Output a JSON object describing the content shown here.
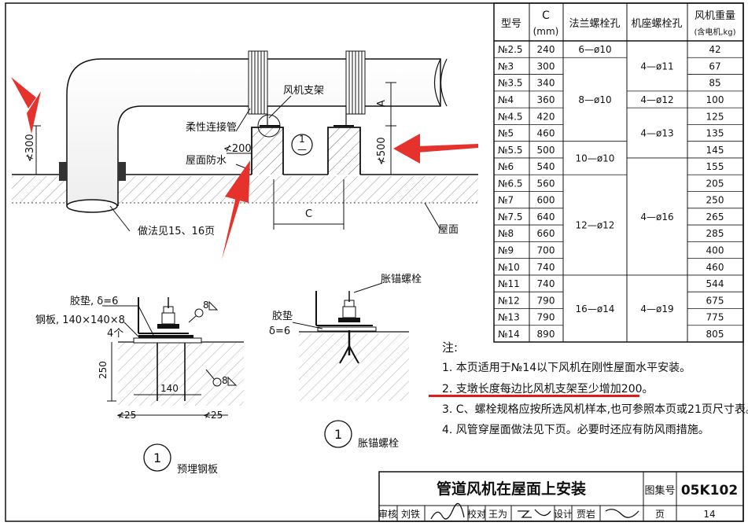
{
  "table": {
    "headers": {
      "model": "型号",
      "c": "C",
      "c_unit": "(mm)",
      "flange": "法兰螺栓孔",
      "base": "机座螺栓孔",
      "weight": "风机重量",
      "weight_note": "(含电机,kg)"
    },
    "rows": [
      {
        "model": "№2.5",
        "c": "240",
        "weight": "42"
      },
      {
        "model": "№3",
        "c": "300",
        "weight": "67"
      },
      {
        "model": "№3.5",
        "c": "340",
        "weight": "85"
      },
      {
        "model": "№4",
        "c": "360",
        "weight": "100"
      },
      {
        "model": "№4.5",
        "c": "420",
        "weight": "125"
      },
      {
        "model": "№5",
        "c": "460",
        "weight": "135"
      },
      {
        "model": "№5.5",
        "c": "500",
        "weight": "145"
      },
      {
        "model": "№6",
        "c": "540",
        "weight": "155"
      },
      {
        "model": "№6.5",
        "c": "560",
        "weight": "205"
      },
      {
        "model": "№7",
        "c": "600",
        "weight": "250"
      },
      {
        "model": "№7.5",
        "c": "640",
        "weight": "265"
      },
      {
        "model": "№8",
        "c": "660",
        "weight": "285"
      },
      {
        "model": "№9",
        "c": "700",
        "weight": "400"
      },
      {
        "model": "№10",
        "c": "740",
        "weight": "460"
      },
      {
        "model": "№11",
        "c": "740",
        "weight": "544"
      },
      {
        "model": "№12",
        "c": "790",
        "weight": "675"
      },
      {
        "model": "№13",
        "c": "790",
        "weight": "775"
      },
      {
        "model": "№14",
        "c": "890",
        "weight": "805"
      }
    ],
    "flange_groups": [
      {
        "label": "6—ø10"
      },
      {
        "label": "8—ø10"
      },
      {
        "label": "10—ø10"
      },
      {
        "label": "12—ø12"
      },
      {
        "label": "16—ø14"
      }
    ],
    "base_groups": [
      {
        "label": "4—ø11"
      },
      {
        "label": "4—ø12"
      },
      {
        "label": "4—ø13"
      },
      {
        "label": "4—ø16"
      },
      {
        "label": "4—ø19"
      }
    ]
  },
  "notes": {
    "heading": "注:",
    "items": [
      "1. 本页适用于№14以下风机在刚性屋面水平安装。",
      "2. 支墩长度每边比风机支架至少增加200。",
      "3. C、螺栓规格应按所选风机样本,也可参照本页或21页尺寸表。",
      "4. 风管穿屋面做法见下页。必要时还应有防风雨措施。"
    ],
    "highlight_color": "#e0191b"
  },
  "main_drawing": {
    "labels": {
      "fan_bracket": "风机支架",
      "flexible_pipe": "柔性连接管",
      "roof_waterproof": "屋面防水",
      "see_pages": "做法见15、16页",
      "roof": "屋面",
      "dim_300": "≮300",
      "dim_200": "≮200",
      "dim_500": "≮500",
      "dim_a": "A",
      "dim_c": "C",
      "section_num": "1",
      "section_den": "—"
    }
  },
  "detail_left": {
    "labels": {
      "rubber_pad": "胶垫, δ=6",
      "steel_plate": "钢板, 140×140×8",
      "count": "4个",
      "dim_250": "250",
      "dim_140": "140",
      "dim_25a": "≮25",
      "dim_25b": "≮25",
      "weld_8a": "8",
      "weld_8b": "8",
      "detail_num": "1",
      "caption": "预埋钢板"
    }
  },
  "detail_right": {
    "labels": {
      "anchor_bolt": "胀锚螺栓",
      "rubber_pad": "胶垫",
      "delta": "δ=6",
      "detail_num": "1",
      "caption": "胀锚螺栓"
    }
  },
  "title_block": {
    "title": "管道风机在屋面上安装",
    "atlas_label": "图集号",
    "atlas_no": "05K102",
    "review_label": "审核",
    "reviewer": "刘铁",
    "proof_label": "校对",
    "proofer": "王为",
    "design_label": "设计",
    "designer": "贾岩",
    "page_label": "页",
    "page_no": "14"
  },
  "annotation_color": "#e5322d"
}
